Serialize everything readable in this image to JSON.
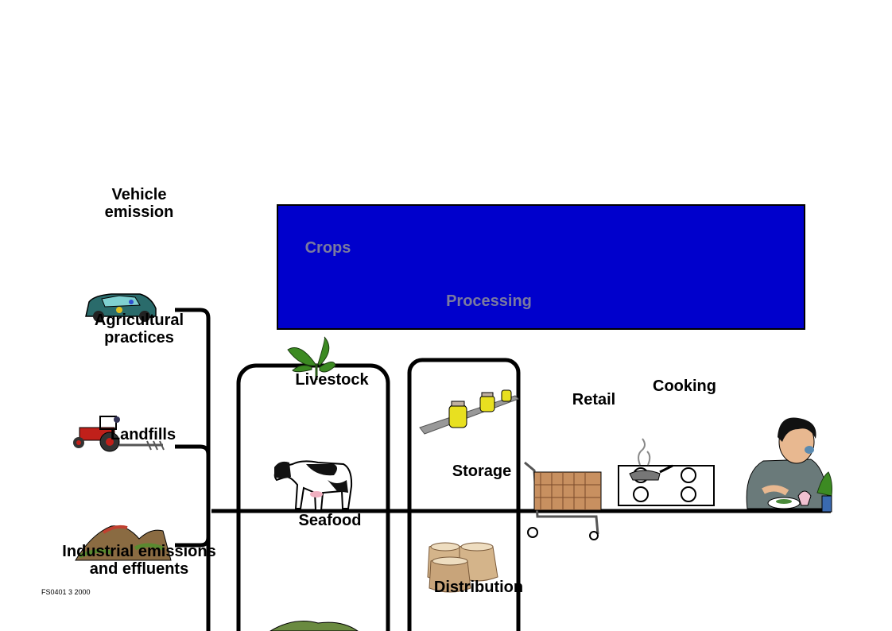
{
  "sources": {
    "vehicle": "Vehicle\nemission",
    "agricultural": "Agricultural\npractices",
    "landfills": "Landfills",
    "industrial": "Industrial emissions\nand effluents"
  },
  "chain": {
    "crops": "Crops",
    "processing": "Processing",
    "livestock": "Livestock",
    "seafood": "Seafood",
    "storage": "Storage",
    "distribution": "Distribution",
    "retail": "Retail",
    "cooking": "Cooking"
  },
  "footer": "FS0401 3  2000",
  "colors": {
    "banner": "#0000cc",
    "lines": "#000000"
  }
}
